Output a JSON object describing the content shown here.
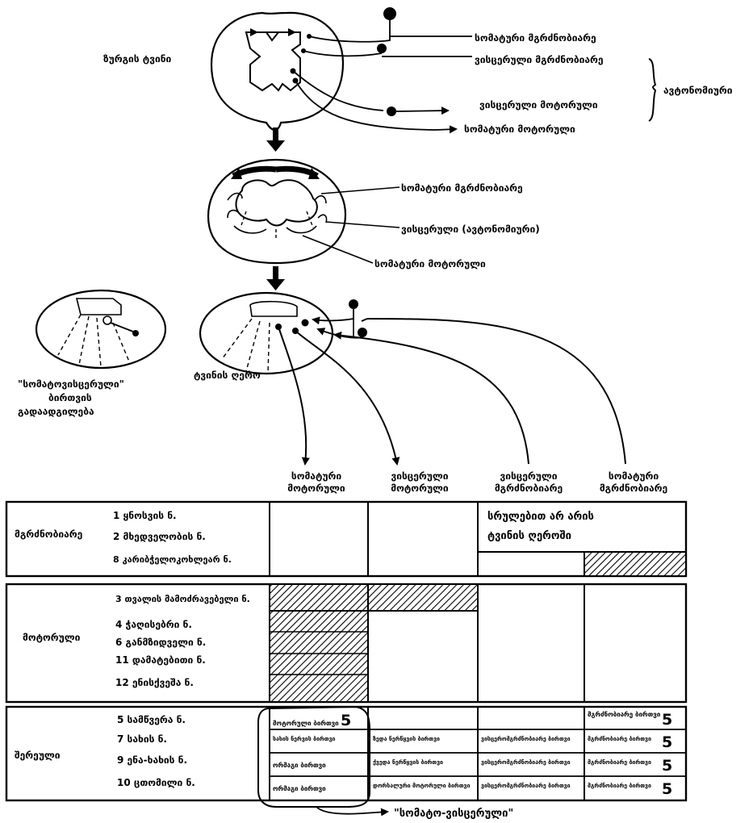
{
  "diagram": {
    "panel1": {
      "left_label": "ზურგის ტვინი",
      "somatic_sensory": "სომატური მგრძნობიარე",
      "visceral_sensory": "ვისცერული მგრძნობიარე",
      "autonomic": "ავტონომიური",
      "visceral_motor": "ვისცერული მოტორული",
      "somatic_motor": "სომატური მოტორული"
    },
    "panel2": {
      "somatic_sensory": "სომატური მგრძნობიარე",
      "visceral_autonomic": "ვისცერული (ავტონომიური)",
      "somatic_motor": "სომატური მოტორული"
    },
    "panel3": {
      "left_caption_1": "\"სომატოვისცერული\"",
      "left_caption_2": "ბირთვის",
      "left_caption_3": "გადაადგილება",
      "brainstem_label": "ტვინის ღერო"
    },
    "columns": [
      {
        "line1": "სომატური",
        "line2": "მოტორული"
      },
      {
        "line1": "ვისცერული",
        "line2": "მოტორული"
      },
      {
        "line1": "ვისცერული",
        "line2": "მგრძნობიარე"
      },
      {
        "line1": "სომატური",
        "line2": "მგრძნობიარე"
      }
    ],
    "table": {
      "sensory": {
        "group": "მგრძნობიარე",
        "nerves": [
          "1 ყნოსვის ნ.",
          "2 მხედველობის ნ.",
          "8 კარიბჭელოკოხლეარ ნ."
        ],
        "note_line1": "სრულებით არ არის",
        "note_line2": "ტვინის ღეროში"
      },
      "motor": {
        "group": "მოტორული",
        "nerves": [
          "3 თვალის მამოძრავებელი ნ.",
          "4 ჭაღისებრი ნ.",
          "6 განმზიდველი ნ.",
          "11 დამატებითი ნ.",
          "12 ენისქვეშა ნ."
        ]
      },
      "mixed": {
        "group": "შერეული",
        "nerves": [
          "5 სამწვერა ნ.",
          "7 სახის ნ.",
          "9 ენა-ხახის ნ.",
          "10 ცთომილი ნ."
        ],
        "cells": [
          [
            "მოტორული ბირთვი",
            "",
            "",
            "მგრძნობიარე ბირთვი"
          ],
          [
            "სახის ნერვის ბირთვი",
            "ზედა ნერწყვის ბირთვი",
            "ვისცერომგრძნობიარე ბირთვი",
            "მგრძნობიარე ბირთვი"
          ],
          [
            "ორმაგი ბირთვი",
            "ქვედა ნერწყვის ბირთვი",
            "ვისცერომგრძნობიარე ბირთვი",
            "მგრძნობიარე ბირთვი"
          ],
          [
            "ორმაგი ბირთვი",
            "დორსალური მოტორული ბირთვი",
            "ვისცერომგრძნობიარე ბირთვი",
            "მგრძნობიარე ბირთვი"
          ]
        ],
        "number": "5",
        "bottom_label": "\"სომატო-ვისცერული\""
      }
    }
  }
}
